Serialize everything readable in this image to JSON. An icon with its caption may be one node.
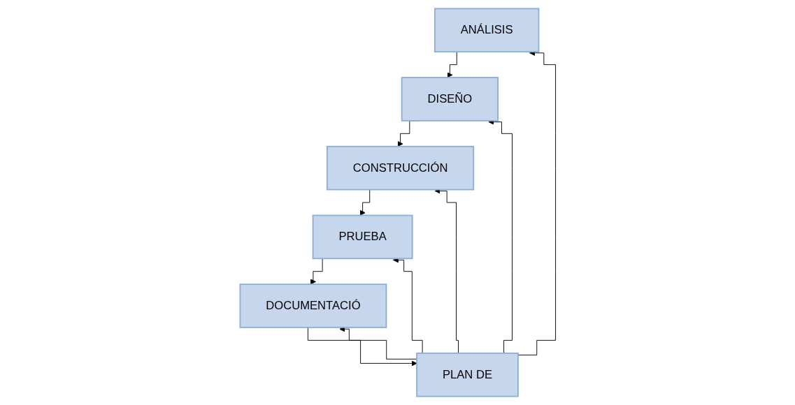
{
  "diagram": {
    "nodes": [
      {
        "text": [
          "ANÁLISIS"
        ]
      },
      {
        "text": [
          "DISEÑO"
        ]
      },
      {
        "text": [
          "CONSTRUCCIÓN"
        ]
      },
      {
        "text": [
          "PRUEBA"
        ]
      },
      {
        "text": [
          "DOCUMENTACIÓ"
        ]
      },
      {
        "text": [
          "PLAN DE"
        ]
      }
    ],
    "edges": [
      {
        "from": 0,
        "to": 1,
        "arrow": "to"
      },
      {
        "from": 1,
        "to": 2,
        "arrow": "to"
      },
      {
        "from": 2,
        "to": 3,
        "arrow": "to"
      },
      {
        "from": 3,
        "to": 4,
        "arrow": "to"
      },
      {
        "from": 4,
        "to": 5,
        "arrow": "to"
      },
      {
        "from": 5,
        "to": 0,
        "arrow": "to"
      },
      {
        "from": 5,
        "to": 1,
        "arrow": "to"
      },
      {
        "from": 5,
        "to": 2,
        "arrow": "to"
      },
      {
        "from": 5,
        "to": 3,
        "arrow": "to"
      },
      {
        "from": 5,
        "to": 4,
        "arrow": "to"
      }
    ]
  }
}
